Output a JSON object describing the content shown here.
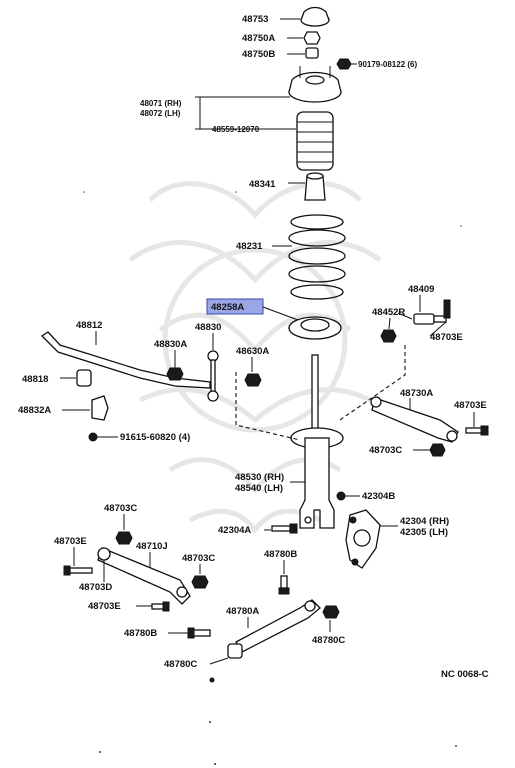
{
  "diagram": {
    "code": "NC 0068-C",
    "labels": {
      "p48753": "48753",
      "p48750a": "48750A",
      "p48750b": "48750B",
      "p90179": "90179-08122 (6)",
      "p48071": "48071 (RH)",
      "p48072": "48072 (LH)",
      "p48559": "48559-12070",
      "p48341": "48341",
      "p48231": "48231",
      "p48258a": "48258A",
      "p48409": "48409",
      "p48452r": "48452R",
      "p48703e_r": "48703E",
      "p48812": "48812",
      "p48830": "48830",
      "p48830a_l": "48830A",
      "p48630a": "48630A",
      "p48818": "48818",
      "p48832a": "48832A",
      "p91615": "91615-60820 (4)",
      "p48730a": "48730A",
      "p48703e_r2": "48703E",
      "p48703c_r": "48703C",
      "p48530": "48530 (RH)",
      "p48540": "48540 (LH)",
      "p42304b": "42304B",
      "p42304a": "42304A",
      "p42304": "42304 (RH)",
      "p42305": "42305 (LH)",
      "p48703c_l": "48703C",
      "p48703e_l": "48703E",
      "p48710j": "48710J",
      "p48703d": "48703D",
      "p48703c_m": "48703C",
      "p48703e_b": "48703E",
      "p48780b_t": "48780B",
      "p48780a": "48780A",
      "p48780b_b": "48780B",
      "p48780c_r": "48780C",
      "p48780c_b": "48780C"
    },
    "highlight_color": "#9aa6e6"
  }
}
